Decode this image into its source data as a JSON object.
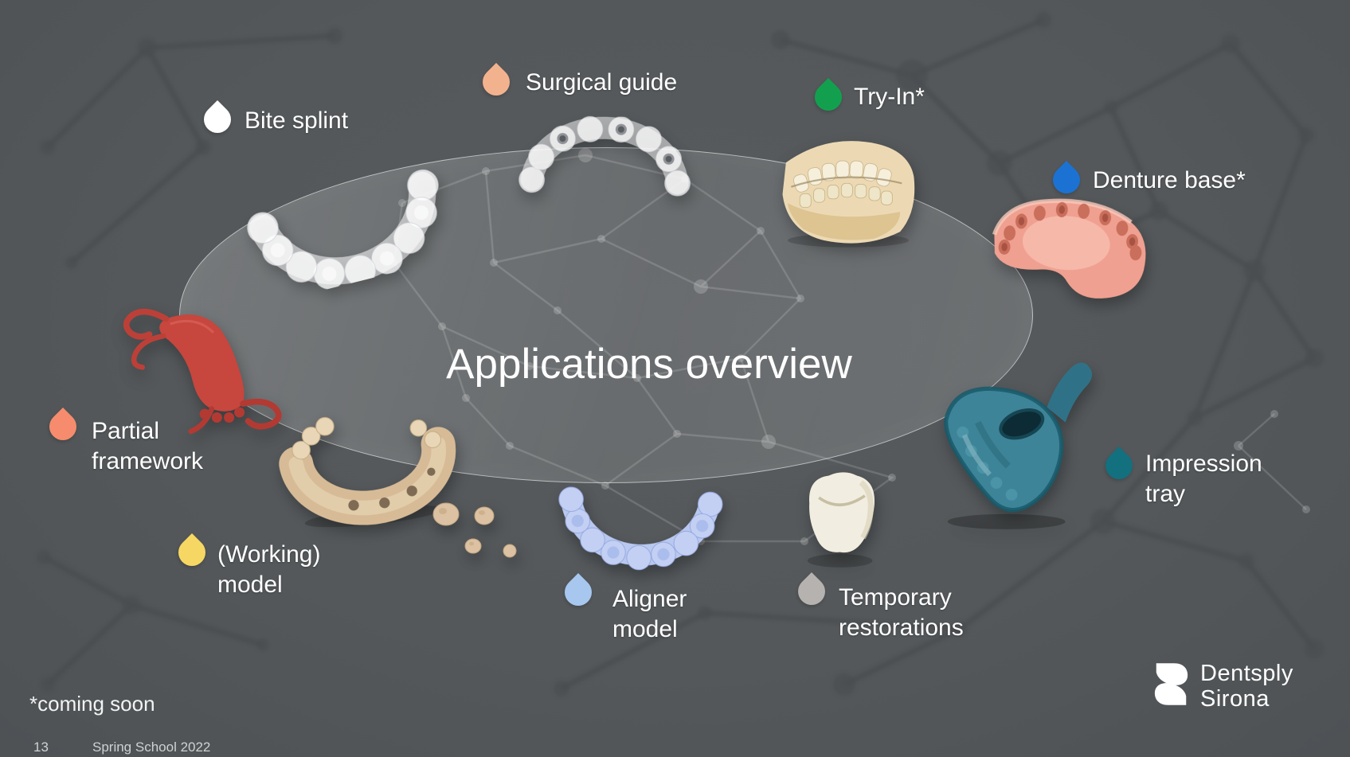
{
  "slide": {
    "title": "Applications overview",
    "footnote": "*coming soon",
    "page_number": "13",
    "footer_text": "Spring School 2022",
    "background_color": "#54585a",
    "ellipse_border_color": "#ffffff"
  },
  "logo": {
    "line1": "Dentsply",
    "line2": "Sirona"
  },
  "applications": [
    {
      "id": "bite-splint",
      "label": "Bite splint",
      "droplet_color": "#ffffff",
      "object_color": "#e9edf0"
    },
    {
      "id": "surgical-guide",
      "label": "Surgical guide",
      "droplet_color": "#f3b28e",
      "object_color": "#e9edf0"
    },
    {
      "id": "try-in",
      "label": "Try-In*",
      "droplet_color": "#13a04e",
      "object_color": "#ecd9b4"
    },
    {
      "id": "denture-base",
      "label": "Denture base*",
      "droplet_color": "#1b72d3",
      "object_color": "#f0a090"
    },
    {
      "id": "impression-tray",
      "label": "Impression\ntray",
      "droplet_color": "#13707f",
      "object_color": "#3e8498"
    },
    {
      "id": "temporary-restorations",
      "label": "Temporary\nrestorations",
      "droplet_color": "#b5b2af",
      "object_color": "#f1ede0"
    },
    {
      "id": "aligner-model",
      "label": "Aligner\nmodel",
      "droplet_color": "#a7c7ef",
      "object_color": "#bcc9f2"
    },
    {
      "id": "working-model",
      "label": "(Working)\nmodel",
      "droplet_color": "#f7d763",
      "object_color": "#d8bc98"
    },
    {
      "id": "partial-framework",
      "label": "Partial\nframework",
      "droplet_color": "#f68c6d",
      "object_color": "#c7463d"
    }
  ]
}
